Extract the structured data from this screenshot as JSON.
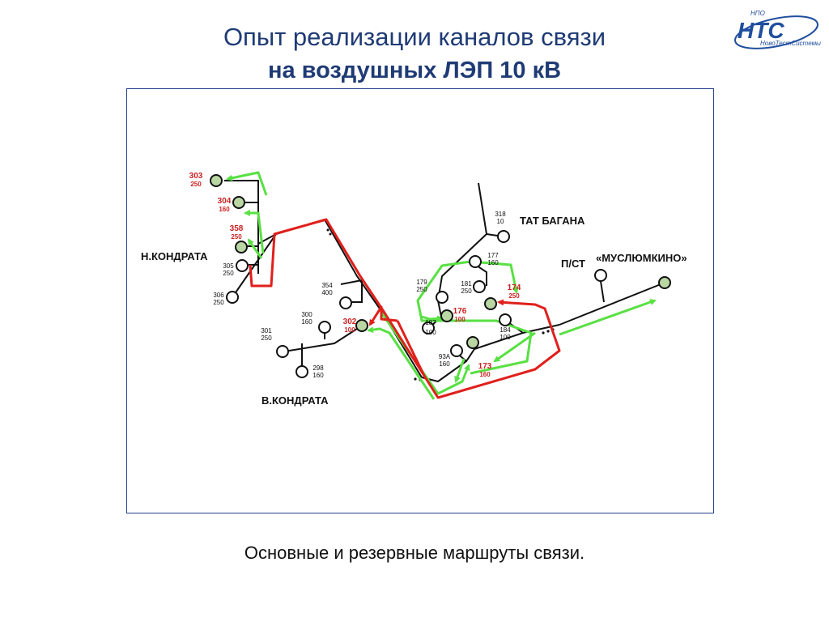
{
  "title": {
    "line1": "Опыт реализации каналов связи",
    "line2": "на воздушных ЛЭП 10 кВ"
  },
  "logo": {
    "top_text": "НПО",
    "main_text": "НТС",
    "sub_text": "НовоТестСистемы",
    "icon": "company-logo"
  },
  "diagram": {
    "labels": {
      "n_kondrata": "Н.КОНДРАТА",
      "v_kondrata": "В.КОНДРАТА",
      "tat_bagana": "ТАТ БАГАНА",
      "pst": "П/СТ",
      "muslyumkino": "«МУСЛЮМКИНО»"
    },
    "nodes": [
      {
        "id": "303",
        "num": "303",
        "power": "250",
        "highlight": true
      },
      {
        "id": "304",
        "num": "304",
        "power": "160",
        "highlight": true
      },
      {
        "id": "358",
        "num": "358",
        "power": "250",
        "highlight": true
      },
      {
        "id": "305",
        "num": "305",
        "power": "250",
        "highlight": false
      },
      {
        "id": "306",
        "num": "306",
        "power": "250",
        "highlight": false
      },
      {
        "id": "354",
        "num": "354",
        "power": "400",
        "highlight": false
      },
      {
        "id": "302",
        "num": "302",
        "power": "100",
        "highlight": true
      },
      {
        "id": "300",
        "num": "300",
        "power": "160",
        "highlight": false
      },
      {
        "id": "301",
        "num": "301",
        "power": "250",
        "highlight": false
      },
      {
        "id": "298",
        "num": "298",
        "power": "160",
        "highlight": false
      },
      {
        "id": "318",
        "num": "318",
        "power": "10",
        "highlight": false
      },
      {
        "id": "177",
        "num": "177",
        "power": "160",
        "highlight": false
      },
      {
        "id": "179",
        "num": "179",
        "power": "250",
        "highlight": false
      },
      {
        "id": "181",
        "num": "181",
        "power": "250",
        "highlight": false
      },
      {
        "id": "174",
        "num": "174",
        "power": "250",
        "highlight": true
      },
      {
        "id": "176",
        "num": "176",
        "power": "100",
        "highlight": true
      },
      {
        "id": "187",
        "num": "187",
        "power": "100",
        "highlight": false
      },
      {
        "id": "184",
        "num": "184",
        "power": "100",
        "highlight": false
      },
      {
        "id": "93A",
        "num": "93А",
        "power": "160",
        "highlight": false
      },
      {
        "id": "173",
        "num": "173",
        "power": "160",
        "highlight": true
      },
      {
        "id": "pst",
        "num": "",
        "power": "",
        "highlight": false
      },
      {
        "id": "end",
        "num": "",
        "power": "",
        "highlight": true
      }
    ],
    "colors": {
      "line": "#111111",
      "main_route": "#e0201b",
      "backup_route": "#59e043",
      "highlight_fill": "#b9d6a3",
      "highlight_text": "#cc2222"
    }
  },
  "caption": "Основные и резервные маршруты связи."
}
